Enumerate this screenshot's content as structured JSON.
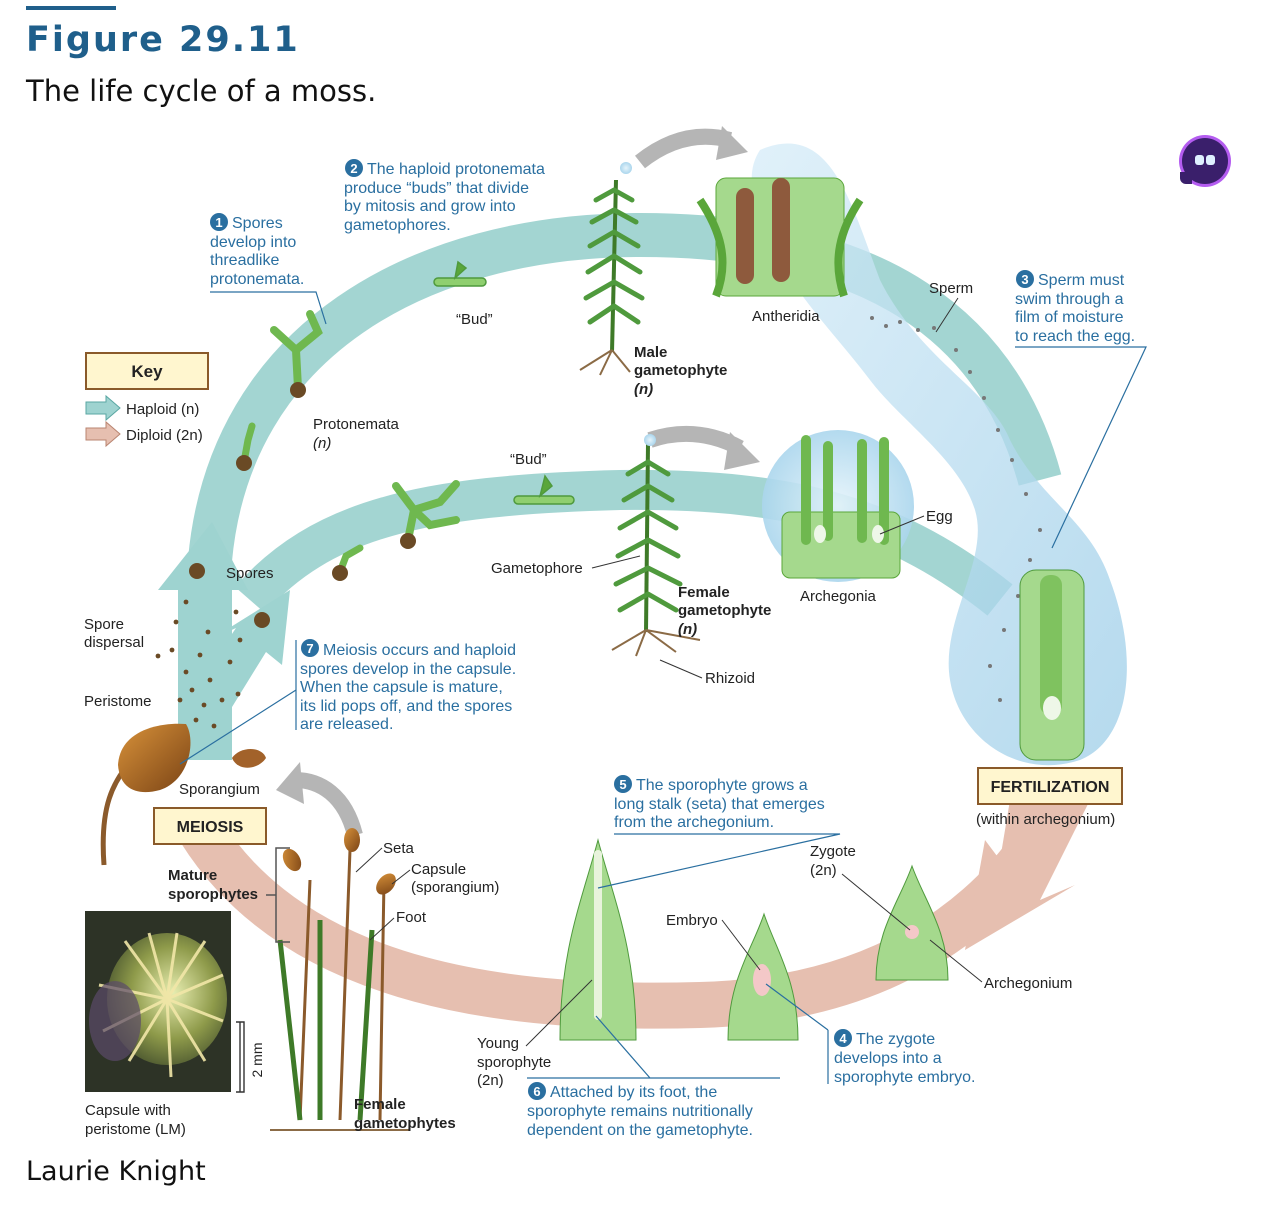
{
  "header": {
    "figure_number": "Figure 29.11",
    "caption": "The life cycle of a moss."
  },
  "credit": "Laurie Knight",
  "colors": {
    "accent": "#1f5f8b",
    "step_text": "#2a6fa0",
    "haploid": "#9ed3d0",
    "diploid": "#e6bfb0",
    "key_fill": "#fff6cf",
    "key_border": "#8a5a2a",
    "plant_green": "#4f9a3d",
    "water": "#b9ddf0"
  },
  "icons": {
    "assistant": "assistant-bot-icon"
  },
  "key": {
    "title": "Key",
    "haploid": "Haploid (n)",
    "diploid": "Diploid (2n)"
  },
  "steps": {
    "s1": {
      "number": "1",
      "lines": [
        "Spores",
        "develop into",
        "threadlike",
        "protonemata."
      ]
    },
    "s2": {
      "number": "2",
      "lines": [
        "The haploid protonemata",
        "produce “buds” that divide",
        "by mitosis and grow into",
        "gametophores."
      ]
    },
    "s3": {
      "number": "3",
      "lines": [
        "Sperm must",
        "swim through a",
        "film of moisture",
        "to reach the egg."
      ]
    },
    "s4": {
      "number": "4",
      "lines": [
        "The zygote",
        "develops into a",
        "sporophyte embryo."
      ]
    },
    "s5": {
      "number": "5",
      "lines": [
        "The sporophyte grows a",
        "long stalk (seta) that emerges",
        "from the archegonium."
      ]
    },
    "s6": {
      "number": "6",
      "lines": [
        "Attached by its foot, the",
        "sporophyte remains nutritionally",
        "dependent on the gametophyte."
      ]
    },
    "s7": {
      "number": "7",
      "lines": [
        "Meiosis occurs and haploid",
        "spores develop in the capsule.",
        "When the capsule is mature,",
        "its lid pops off, and the spores",
        "are released."
      ]
    }
  },
  "labels": {
    "protonemata": [
      "Protonemata",
      "(n)"
    ],
    "bud_top": "“Bud”",
    "bud_mid": "“Bud”",
    "antheridia": "Antheridia",
    "sperm": "Sperm",
    "male_gametophyte": [
      "Male",
      "gametophyte",
      "(n)"
    ],
    "egg": "Egg",
    "archegonia": "Archegonia",
    "female_gametophyte": [
      "Female",
      "gametophyte",
      "(n)"
    ],
    "gametophore": "Gametophore",
    "rhizoid": "Rhizoid",
    "spores": "Spores",
    "spore_dispersal": [
      "Spore",
      "dispersal"
    ],
    "peristome": "Peristome",
    "sporangium": "Sporangium",
    "meiosis": "MEIOSIS",
    "fertilization": "FERTILIZATION",
    "within_archegonium": "(within archegonium)",
    "mature_sporophytes": [
      "Mature",
      "sporophytes"
    ],
    "seta": "Seta",
    "capsule": [
      "Capsule",
      "(sporangium)"
    ],
    "foot": "Foot",
    "zygote": [
      "Zygote",
      "(2n)"
    ],
    "embryo": "Embryo",
    "archegonium": "Archegonium",
    "young_sporophyte": [
      "Young",
      "sporophyte",
      "(2n)"
    ],
    "female_gametophytes": [
      "Female",
      "gametophytes"
    ],
    "photo_caption": [
      "Capsule with",
      "peristome (LM)"
    ],
    "scale": "2 mm"
  }
}
